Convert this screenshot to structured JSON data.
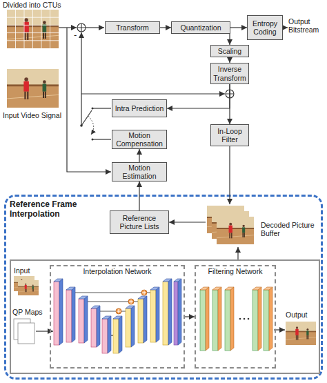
{
  "diagram": {
    "nodes": [
      {
        "text": [
          "Transform"
        ]
      },
      {
        "text": [
          "Quantization"
        ]
      },
      {
        "text": [
          "Entropy Coding"
        ]
      },
      {
        "text": [
          "Scaling"
        ]
      },
      {
        "text": [
          "Inverse Transform"
        ]
      },
      {
        "text": [
          "Intra Prediction"
        ]
      },
      {
        "text": [
          "Motion Compensation"
        ]
      },
      {
        "text": [
          "In-Loop Filter"
        ]
      },
      {
        "text": [
          "Motion Estimation"
        ]
      },
      {
        "text": [
          "Reference Frame Interpolation"
        ]
      },
      {
        "text": [
          "Reference Picture Lists"
        ],
        "in": 9
      },
      {
        "text": [
          "Decoded Picture Buffer"
        ],
        "in": 9
      },
      {
        "text": [
          "Input",
          "QP Maps",
          "Output"
        ],
        "in": 9
      },
      {
        "text": [
          "Interpolation Network"
        ],
        "in": 12
      },
      {
        "text": [
          "Filtering Network"
        ],
        "in": 12
      }
    ],
    "edges": [
      {
        "from": 0,
        "to": 1,
        "arrow": "to"
      },
      {
        "from": 1,
        "to": 2,
        "arrow": "to"
      },
      {
        "from": 1,
        "to": 3,
        "arrow": "to"
      },
      {
        "from": 3,
        "to": 4,
        "arrow": "to"
      },
      {
        "from": 4,
        "to": 7,
        "arrow": "to"
      },
      {
        "from": 4,
        "to": 5,
        "arrow": "to"
      },
      {
        "from": 7,
        "to": 11,
        "arrow": "to"
      },
      {
        "from": 11,
        "to": 10,
        "arrow": "to"
      },
      {
        "from": 10,
        "to": 8,
        "arrow": "to"
      },
      {
        "from": 8,
        "to": 6,
        "arrow": "to"
      },
      {
        "from": 12,
        "to": 11,
        "arrow": "to"
      },
      {
        "from": 13,
        "to": 14,
        "arrow": "to"
      }
    ],
    "labels": [
      "Divided into CTUs",
      "Input Video Signal",
      "-",
      "Output Bitstream"
    ]
  }
}
